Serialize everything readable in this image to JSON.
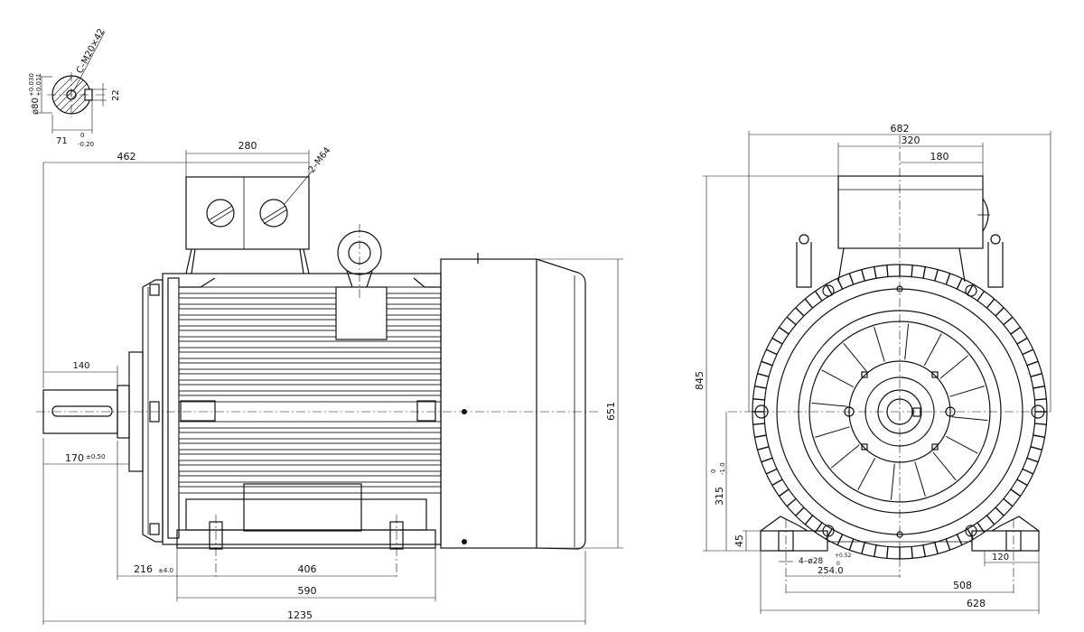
{
  "shaft_section": {
    "diameter": "ø80",
    "diameter_tol_upper": "+0.030",
    "diameter_tol_lower": "+0.011",
    "center_hole": "C–M20×42",
    "key_width": "22",
    "depth": "71",
    "depth_tol_upper": "0",
    "depth_tol_lower": "-0.20"
  },
  "side_view": {
    "overall_length": "1235",
    "terminal_offset": "462",
    "terminal_box_width": "280",
    "cable_entry": "2–M64",
    "shaft_extension": "140",
    "shoulder_distance": "170",
    "shoulder_tol": "±0.50",
    "foot_to_shoulder": "216",
    "foot_to_shoulder_tol": "±4.0",
    "foot_hole_spacing": "406",
    "base_length": "590",
    "overall_height": "651"
  },
  "end_view": {
    "overall_width": "682",
    "box_width": "320",
    "box_half": "180",
    "overall_height": "845",
    "shaft_height": "315",
    "shaft_height_tol_upper": "0",
    "shaft_height_tol_lower": "-1.0",
    "foot_height": "45",
    "bolt_holes": "4–ø28",
    "bolt_tol_upper": "+0.52",
    "bolt_tol_lower": "0",
    "half_hole_spacing": "254.0",
    "hole_spacing": "508",
    "foot_width": "628",
    "foot_end": "120"
  }
}
